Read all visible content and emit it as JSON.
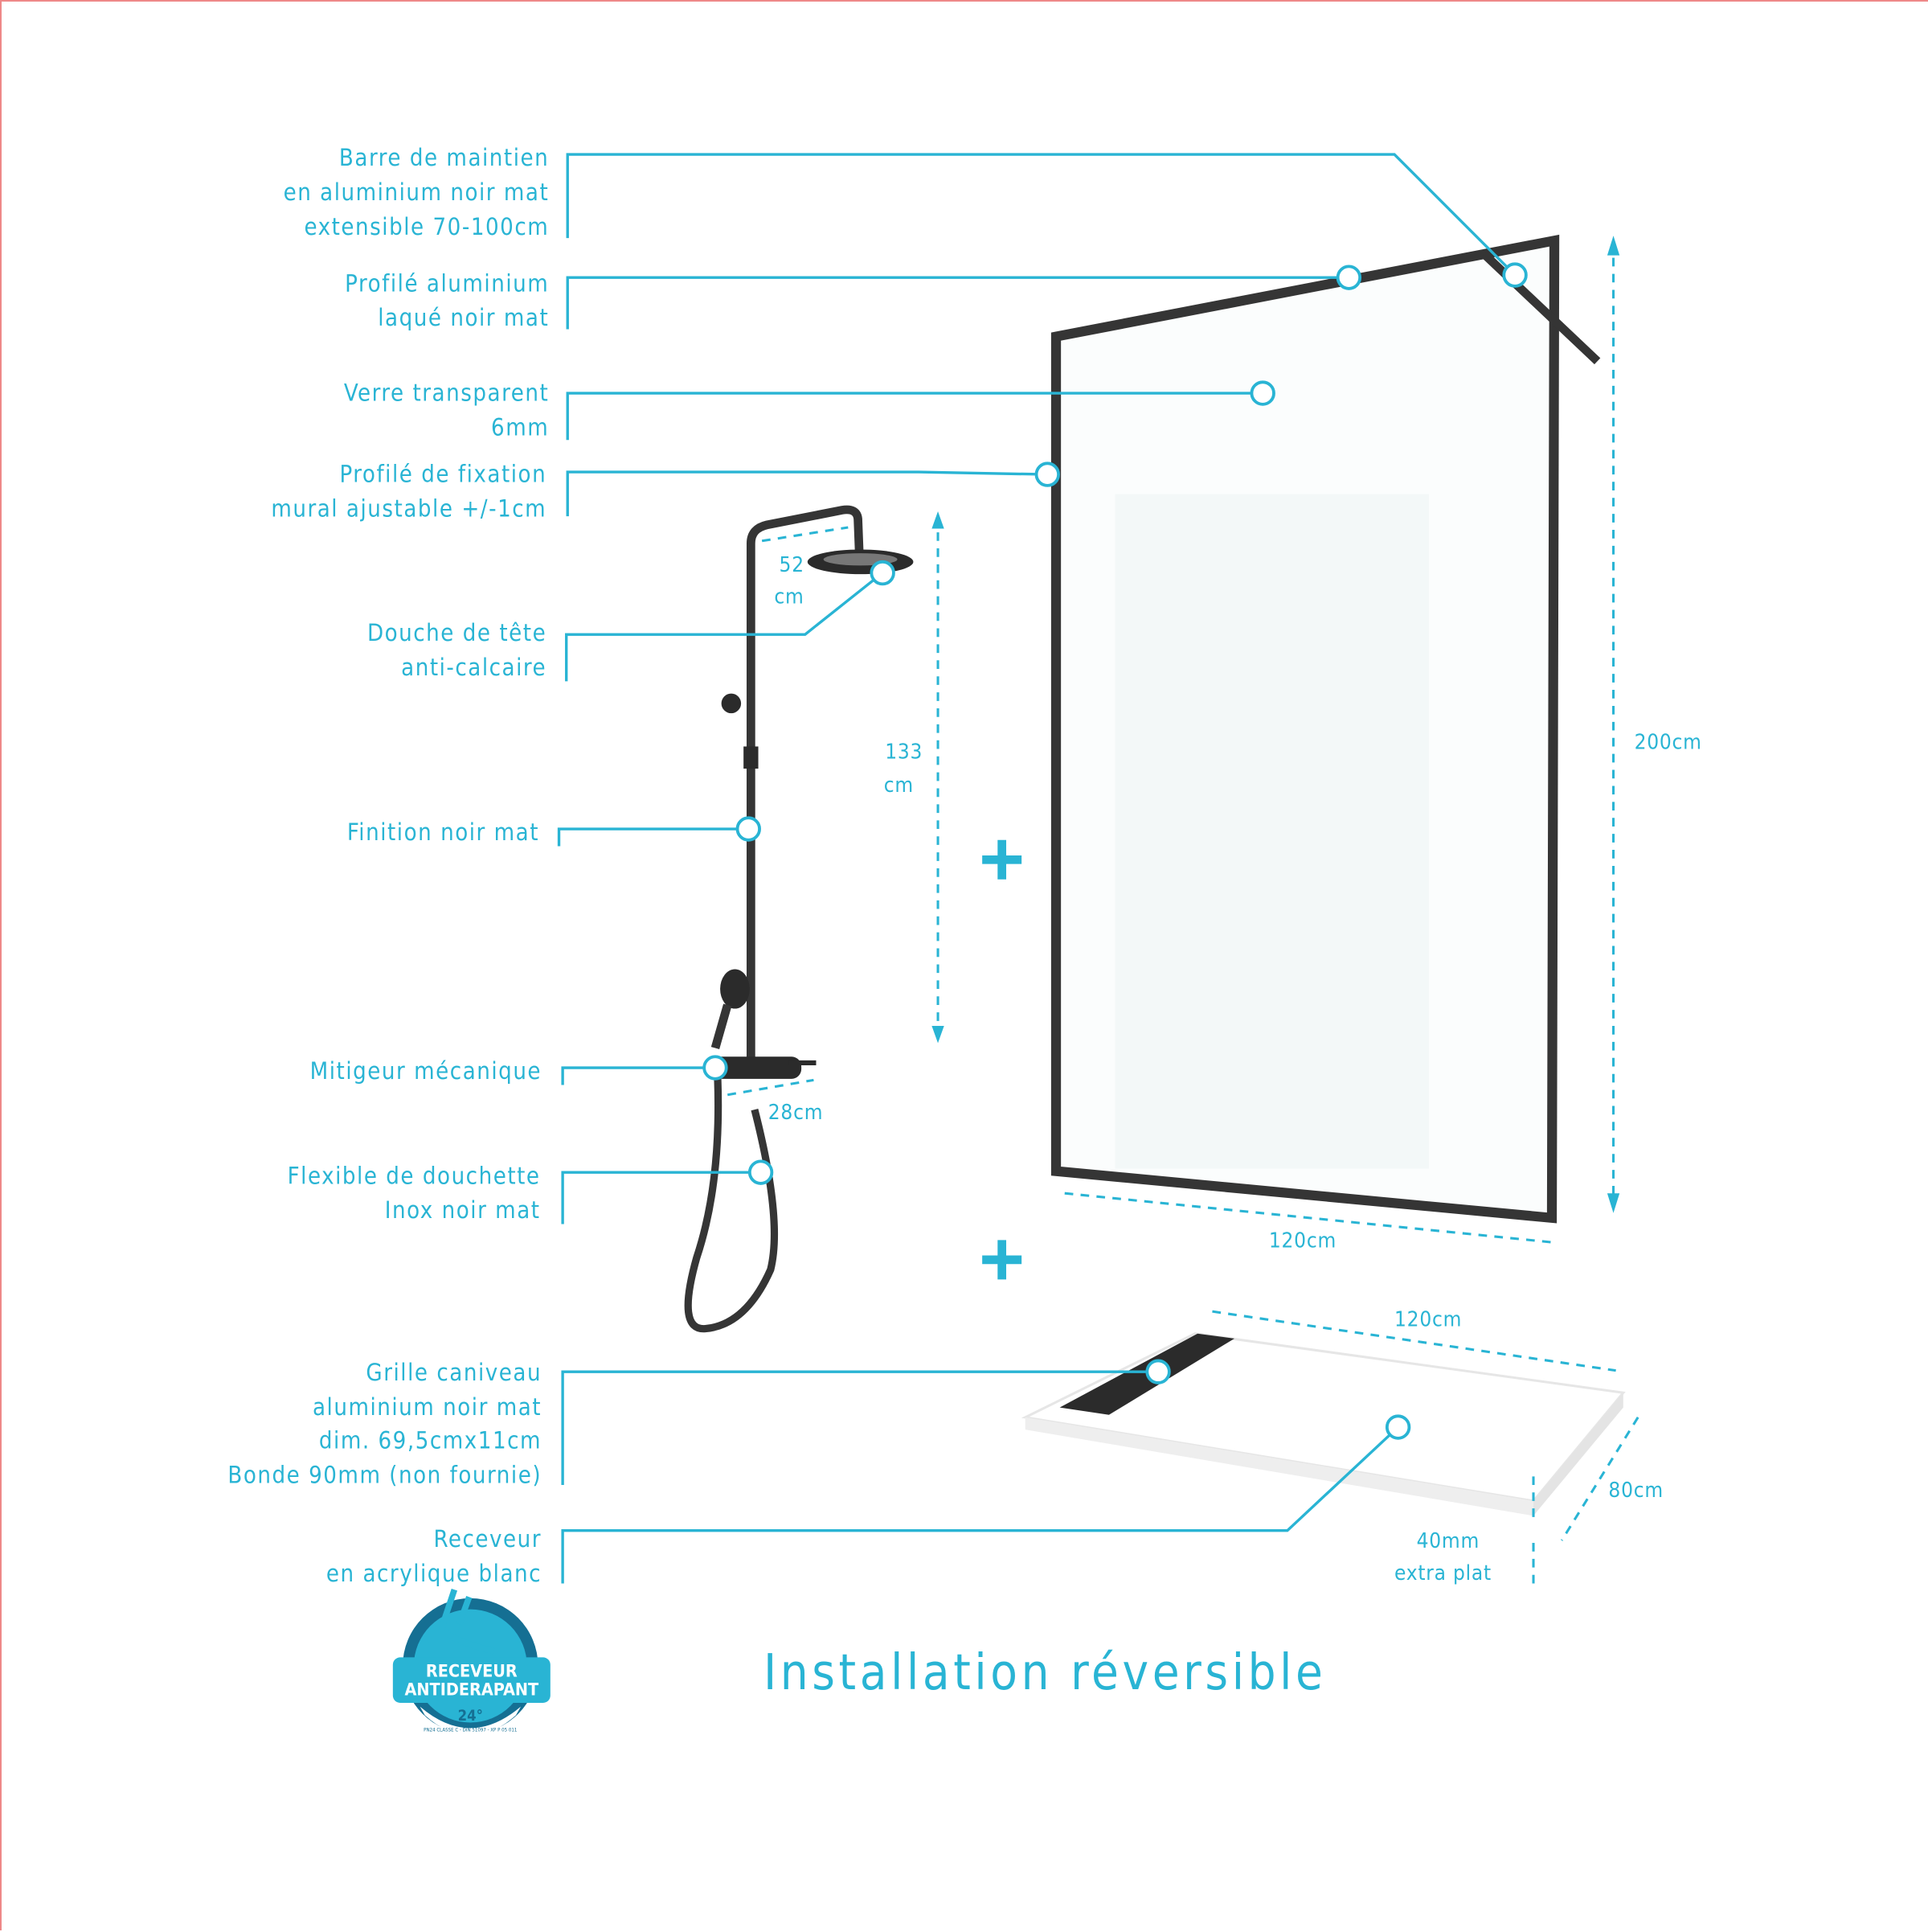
{
  "labels": {
    "barre": [
      "Barre de maintien",
      "en aluminium noir mat",
      "extensible 70-100cm"
    ],
    "profile": [
      "Profilé aluminium",
      "laqué noir mat"
    ],
    "verre": [
      "Verre transparent",
      "6mm"
    ],
    "fixation": [
      "Profilé de fixation",
      "mural ajustable +/-1cm"
    ],
    "douche": [
      "Douche de tête",
      "anti-calcaire"
    ],
    "finition": [
      "Finition noir mat"
    ],
    "mitigeur": [
      "Mitigeur mécanique"
    ],
    "flexible": [
      "Flexible de douchette",
      "Inox noir mat"
    ],
    "grille": [
      "Grille caniveau",
      "aluminium noir mat",
      "dim. 69,5cmx11cm",
      "Bonde 90mm (non fournie)"
    ],
    "receveur": [
      "Receveur",
      "en acrylique blanc"
    ]
  },
  "dimensions": {
    "head_reach": [
      "52",
      "cm"
    ],
    "column_height": [
      "133",
      "cm"
    ],
    "mixer_width": "28cm",
    "panel_height": "200cm",
    "panel_width": "120cm",
    "tray_length": "120cm",
    "tray_depth": "80cm",
    "tray_thickness": [
      "40mm",
      "extra plat"
    ]
  },
  "title": "Installation réversible",
  "badge": {
    "line1": "RECEVEUR",
    "line2": "ANTIDERAPANT",
    "angle": "24°",
    "norm": "PN24 CLASSE C - DIN 51097 - XP P 05 011"
  },
  "colors": {
    "accent": "#29b4d4",
    "frame": "#353535"
  }
}
